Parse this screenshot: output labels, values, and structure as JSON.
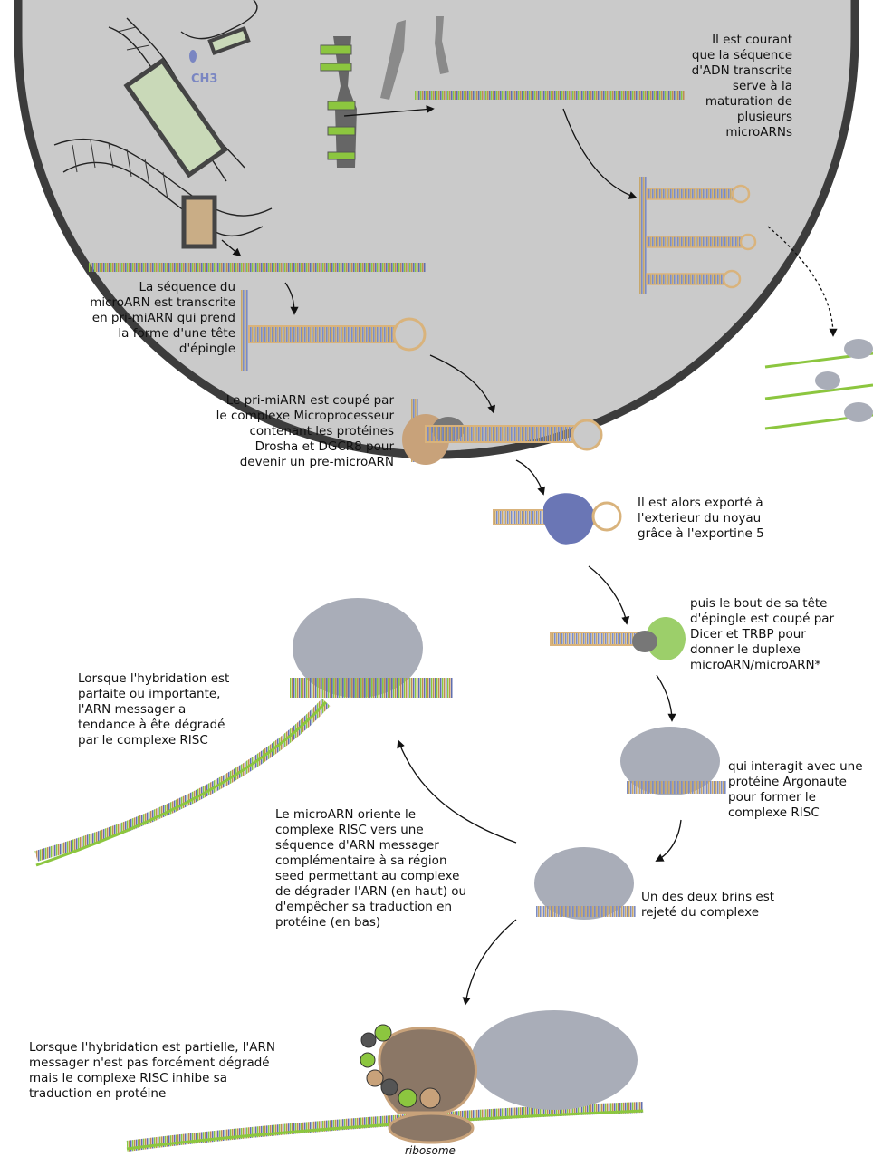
{
  "labels": {
    "ch3": "CH3",
    "ribosome": "ribosome"
  },
  "annotations": {
    "multi_maturation": "Il est courant\nque la séquence\nd'ADN transcrite\nserve à la\nmaturation de\nplusieurs\nmicroARNs",
    "transcription": "La séquence du\nmicroARN est transcrite\nen pri-miARN qui prend\nla forme d'une tête\nd'épingle",
    "microprocessor": "Le pri-miARN est coupé par\nle complexe Microprocesseur\ncontenant les protéines\nDrosha et DGCR8 pour\ndevenir un pre-microARN",
    "export": "Il est alors exporté à\nl'exterieur du noyau\ngrâce à l'exportine 5",
    "dicer": "puis le bout de sa tête\nd'épingle est coupé par\nDicer et TRBP pour\ndonner le duplexe\nmicroARN/microARN*",
    "argonaute": "qui interagit avec une\nprotéine Argonaute\npour former le\ncomplexe RISC",
    "strand_rejected": "Un des deux brins est\nrejeté du complexe",
    "guidance": "Le microARN oriente le\ncomplexe RISC vers une\nséquence d'ARN messager\ncomplémentaire à sa région\nseed permettant au complexe\nde dégrader l'ARN (en haut) ou\nd'empêcher sa traduction en\nprotéine (en bas)",
    "perfect_hybridization": "Lorsque l'hybridation est\nparfaite ou importante,\nl'ARN messager a\ntendance à ête dégradé\npar le complexe RISC",
    "partial_hybridization": "Lorsque l'hybridation est partielle, l'ARN\nmessager n'est pas forcément dégradé\nmais le complexe RISC inhibe sa\ntraduction en protéine"
  },
  "colors": {
    "nucleus_fill": "#cacaca",
    "nucleus_border": "#3c3c3c",
    "rna_backbone": "#d9b37c",
    "mrna_green": "#8cc63f",
    "argonaute": "#a9adb8",
    "exportin": "#6a76b5",
    "dicer": "#9ccf6a",
    "drosha": "#c8a27a",
    "dgcr8": "#777777",
    "ribosome": "#8b7766"
  }
}
